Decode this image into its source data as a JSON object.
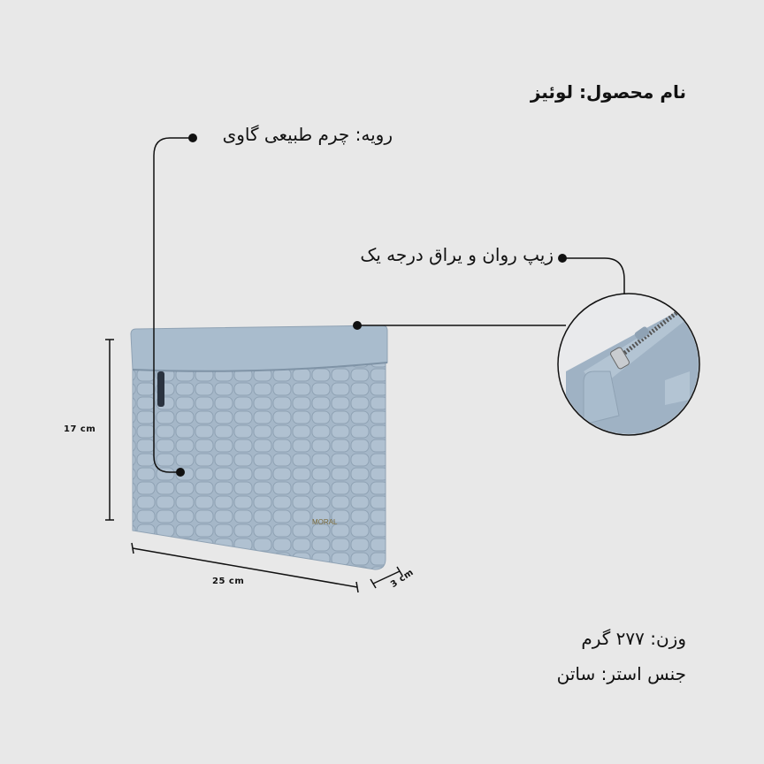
{
  "product": {
    "name_line": "نام محصول: لوئیز",
    "material_line": "رویه: چرم طبیعی گاوی",
    "zipper_line": "زیپ روان و یراق درجه یک",
    "weight_line": "وزن: ۲۷۷ گرم",
    "lining_line": "جنس استر: ساتن",
    "brand_mark": "MORAL"
  },
  "dimensions": {
    "height": "17 cm",
    "width": "25 cm",
    "depth": "3 cm"
  },
  "colors": {
    "background": "#e8e8e8",
    "bag": "#a3b5c6"
  }
}
